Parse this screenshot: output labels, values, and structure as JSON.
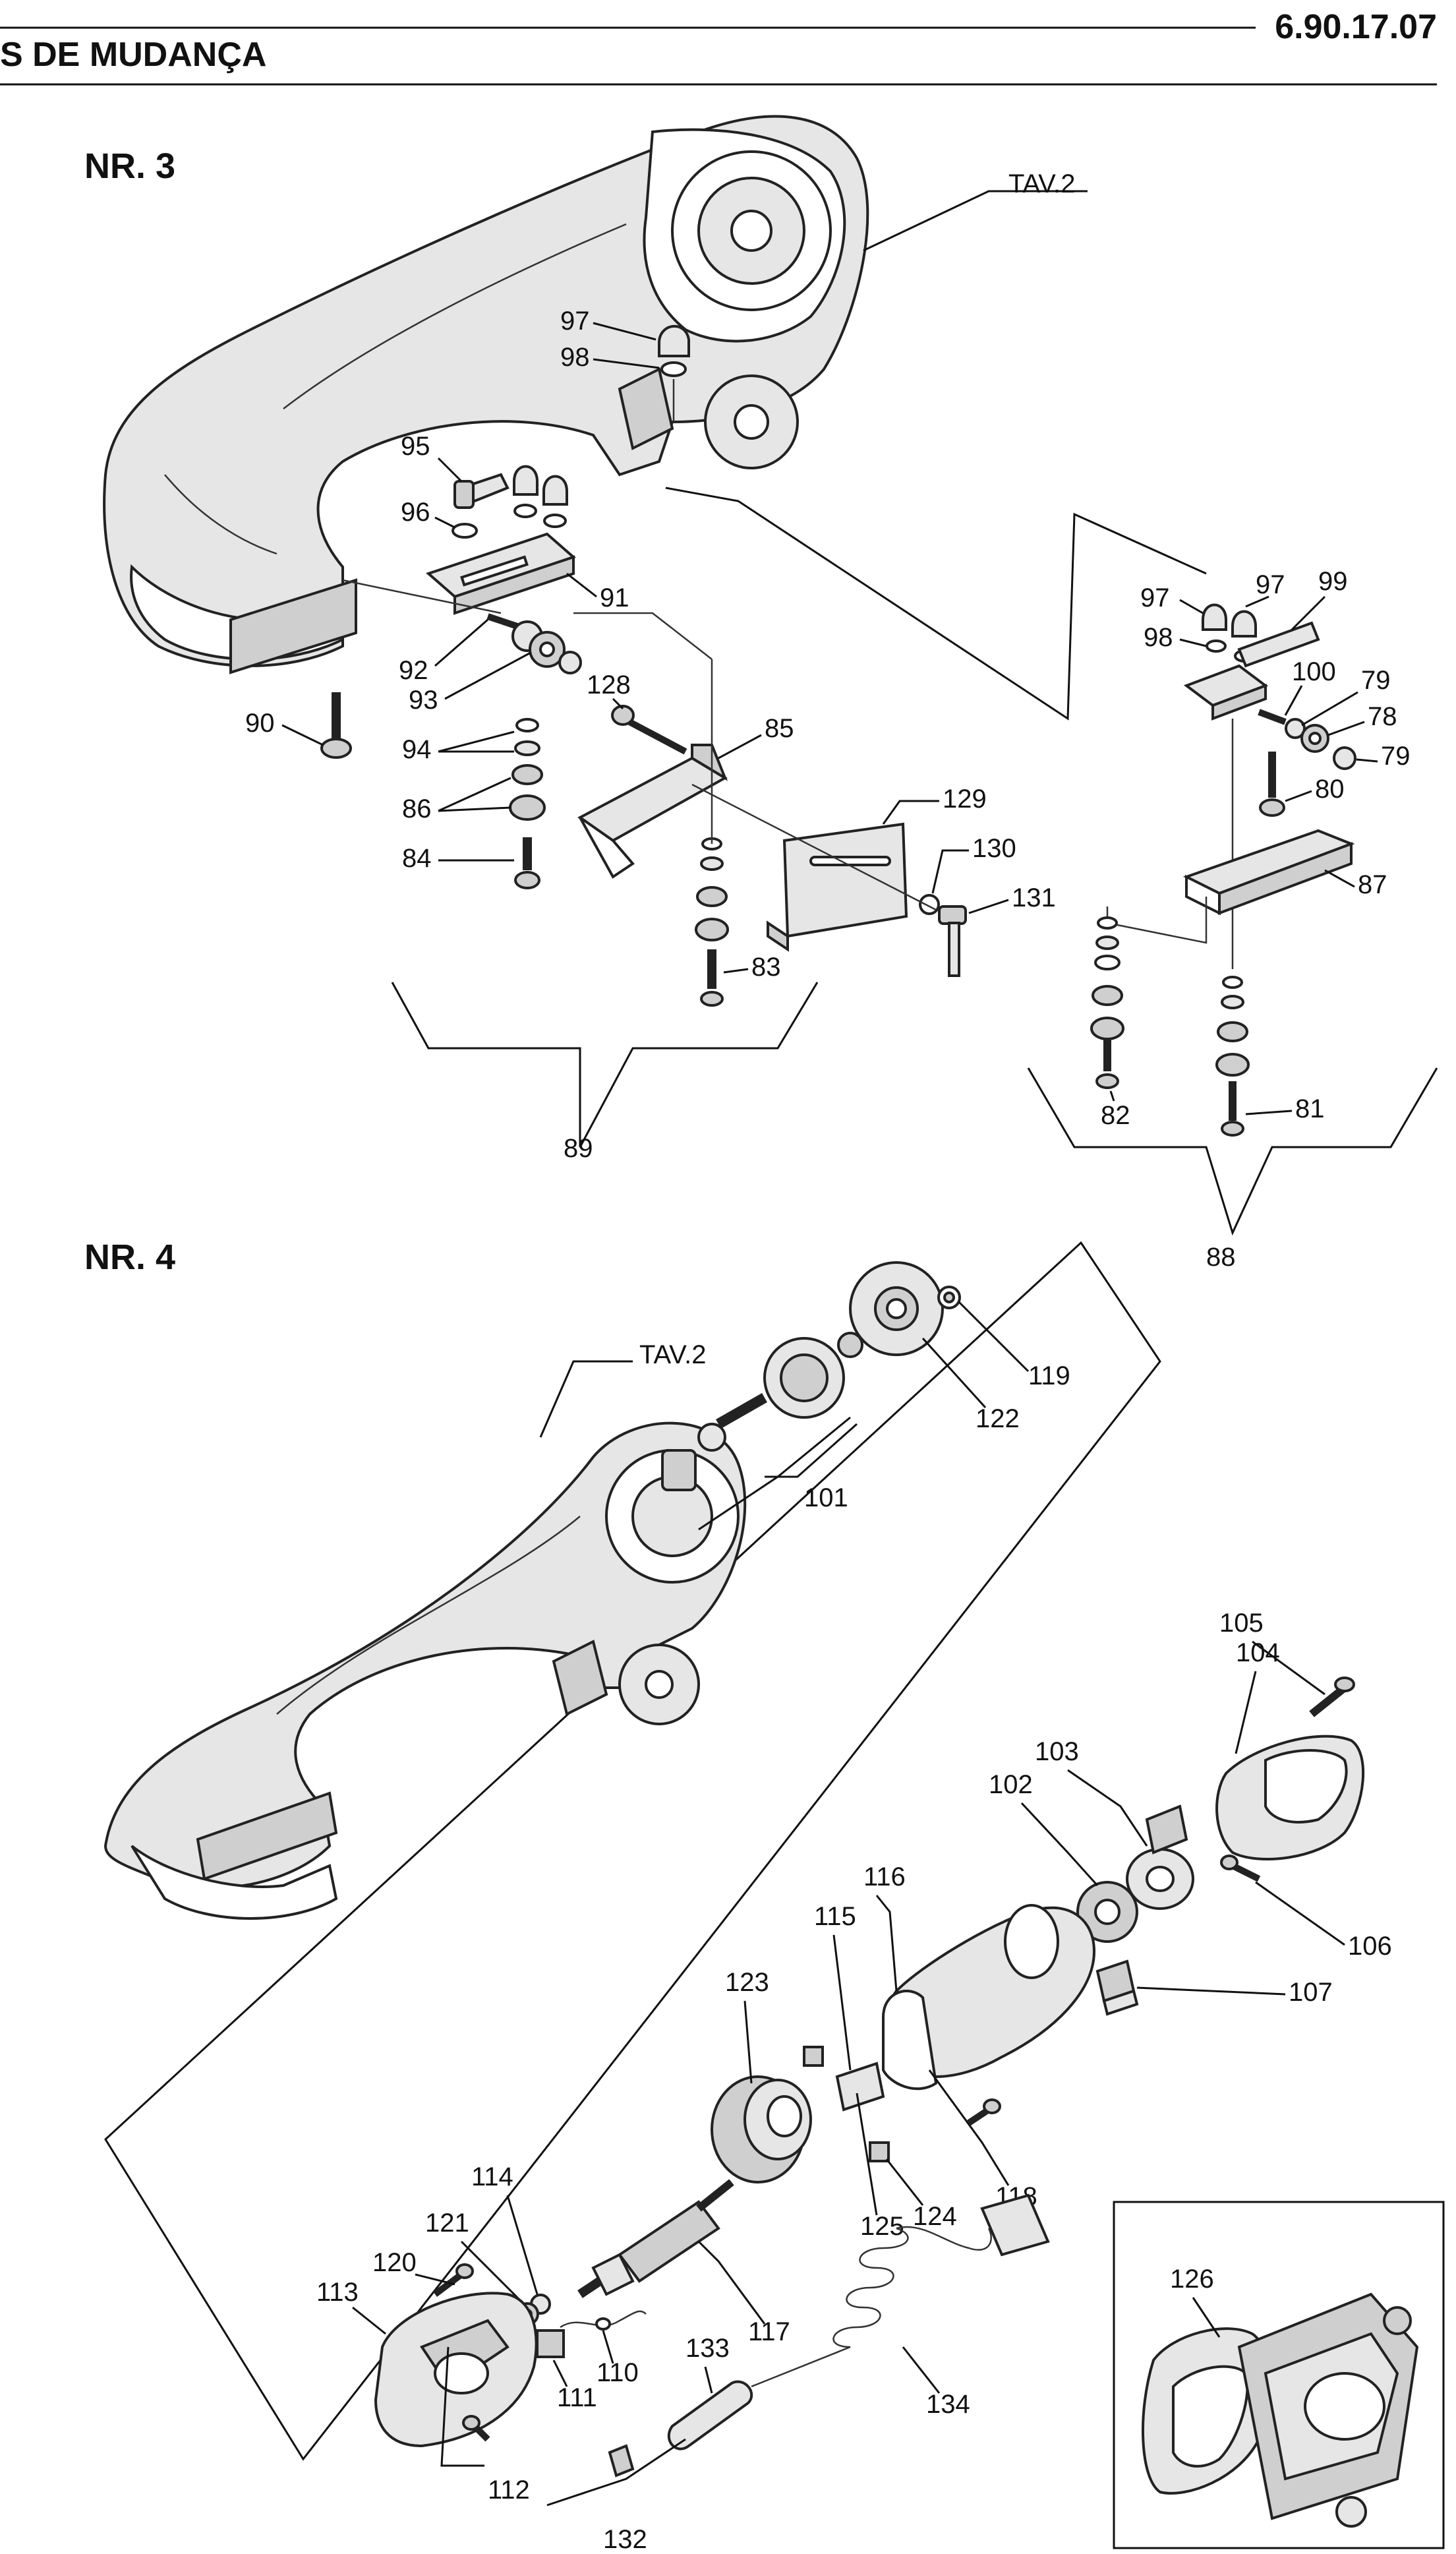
{
  "header": {
    "title": "S DE MUDANÇA",
    "code": "6.90.17.07"
  },
  "sections": {
    "nr3": "NR. 3",
    "nr4": "NR. 4"
  },
  "labels": {
    "tav2_top": "TAV.2",
    "tav2_bottom": "TAV.2",
    "p97a": "97",
    "p98a": "98",
    "p95": "95",
    "p96": "96",
    "p91": "91",
    "p92": "92",
    "p93": "93",
    "p90": "90",
    "p128": "128",
    "p85": "85",
    "p94": "94",
    "p86": "86",
    "p84": "84",
    "p129": "129",
    "p130": "130",
    "p131": "131",
    "p83": "83",
    "p89": "89",
    "p97b": "97",
    "p97c": "97",
    "p99": "99",
    "p98b": "98",
    "p100": "100",
    "p79a": "79",
    "p78": "78",
    "p79b": "79",
    "p80": "80",
    "p87": "87",
    "p82": "82",
    "p81": "81",
    "p88": "88",
    "p119": "119",
    "p122": "122",
    "p101": "101",
    "p105": "105",
    "p104": "104",
    "p103": "103",
    "p102": "102",
    "p106": "106",
    "p116": "116",
    "p115": "115",
    "p107": "107",
    "p123": "123",
    "p114": "114",
    "p121": "121",
    "p120": "120",
    "p113": "113",
    "p125": "125",
    "p124": "124",
    "p118": "118",
    "p117": "117",
    "p133": "133",
    "p110": "110",
    "p111": "111",
    "p112": "112",
    "p134": "134",
    "p132": "132",
    "p126": "126"
  }
}
